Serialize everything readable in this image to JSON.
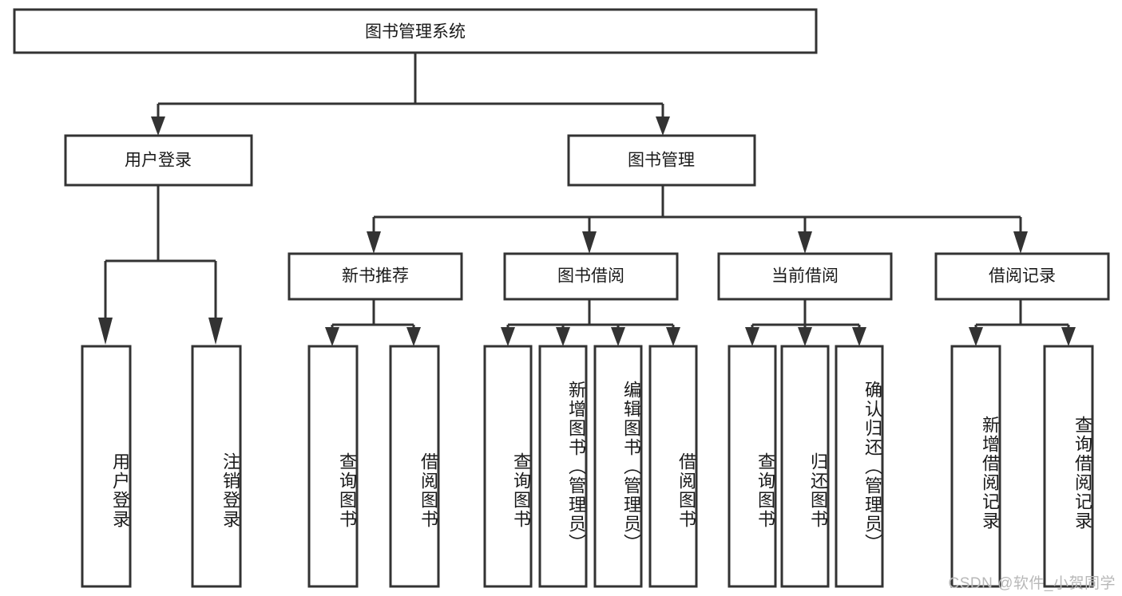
{
  "diagram": {
    "title": "图书管理系统",
    "watermark": "CSDN @软件_小贺同学",
    "stroke_color": "#333333",
    "box_fill": "#ffffff",
    "text_color": "#1a1a1a",
    "watermark_color": "#b8b8b8",
    "root": {
      "label": "图书管理系统"
    },
    "level2": [
      {
        "label": "用户登录"
      },
      {
        "label": "图书管理"
      }
    ],
    "level3": [
      {
        "label": "新书推荐"
      },
      {
        "label": "图书借阅"
      },
      {
        "label": "当前借阅"
      },
      {
        "label": "借阅记录"
      }
    ],
    "leaves": {
      "user_login": [
        {
          "label": "用户登录"
        },
        {
          "label": "注销登录"
        }
      ],
      "new_book_recommend": [
        {
          "label": "查询图书"
        },
        {
          "label": "借阅图书"
        }
      ],
      "book_borrow": [
        {
          "label": "查询图书"
        },
        {
          "label": "新增图书（管理员）"
        },
        {
          "label": "编辑图书（管理员）"
        },
        {
          "label": "借阅图书"
        }
      ],
      "current_borrow": [
        {
          "label": "查询图书"
        },
        {
          "label": "归还图书"
        },
        {
          "label": "确认归还（管理员）"
        }
      ],
      "borrow_record": [
        {
          "label": "新增借阅记录"
        },
        {
          "label": "查询借阅记录"
        }
      ]
    }
  }
}
